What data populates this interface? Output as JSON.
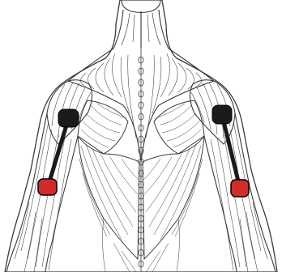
{
  "figure": {
    "subject": "posterior-upper-body-muscle-anatomy",
    "line_color": "#3a3a3a",
    "fill_color": "#ffffff",
    "background": "#ffffff"
  },
  "electrode_pairs": [
    {
      "side": "left",
      "top_marker_color": "#1a1a1a",
      "bottom_marker_color": "#d42a2a",
      "cable_color": "#1a1a1a"
    },
    {
      "side": "right",
      "top_marker_color": "#1a1a1a",
      "bottom_marker_color": "#d42a2a",
      "cable_color": "#1a1a1a"
    }
  ]
}
